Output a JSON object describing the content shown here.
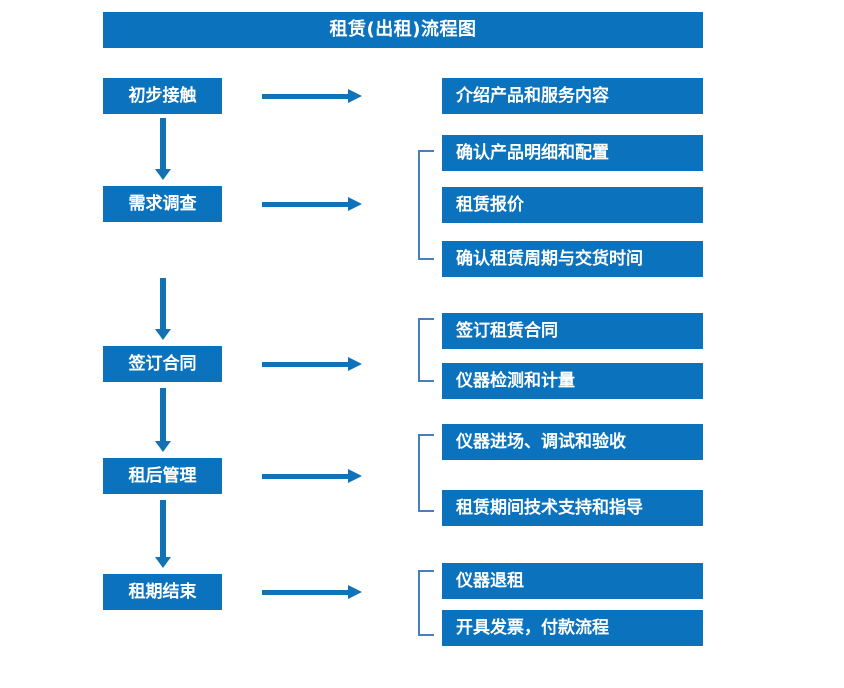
{
  "diagram": {
    "title": "租赁(出租)流程图",
    "accent_color": "#0b72bd",
    "arrow_color": "#1272b6",
    "bracket_color": "#4a7fbe",
    "text_color": "#ffffff",
    "background_color": "#ffffff"
  },
  "stages": [
    {
      "id": "stage-1",
      "label": "初步接触"
    },
    {
      "id": "stage-2",
      "label": "需求调查"
    },
    {
      "id": "stage-3",
      "label": "签订合同"
    },
    {
      "id": "stage-4",
      "label": "租后管理"
    },
    {
      "id": "stage-5",
      "label": "租期结束"
    }
  ],
  "details": [
    {
      "id": "detail-1-1",
      "label": "介绍产品和服务内容"
    },
    {
      "id": "detail-2-1",
      "label": "确认产品明细和配置"
    },
    {
      "id": "detail-2-2",
      "label": "租赁报价"
    },
    {
      "id": "detail-2-3",
      "label": "确认租赁周期与交货时间"
    },
    {
      "id": "detail-3-1",
      "label": "签订租赁合同"
    },
    {
      "id": "detail-3-2",
      "label": "仪器检测和计量"
    },
    {
      "id": "detail-4-1",
      "label": "仪器进场、调试和验收"
    },
    {
      "id": "detail-4-2",
      "label": "租赁期间技术支持和指导"
    },
    {
      "id": "detail-5-1",
      "label": "仪器退租"
    },
    {
      "id": "detail-5-2",
      "label": "开具发票，付款流程"
    }
  ],
  "connectors": {
    "horizontal_arrow_count": 5,
    "vertical_arrow_count": 4,
    "bracket_count": 4
  }
}
